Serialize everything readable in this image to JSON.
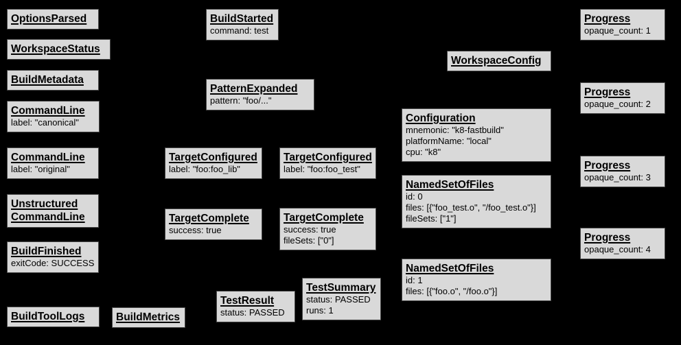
{
  "colors": {
    "background": "#000000",
    "node_fill": "#d9d9d9",
    "node_border": "#4a4a4a",
    "node_text": "#000000"
  },
  "boxes": [
    {
      "title": "OptionsParsed",
      "lines": []
    },
    {
      "title": "WorkspaceStatus",
      "lines": []
    },
    {
      "title": "BuildMetadata",
      "lines": []
    },
    {
      "title": "CommandLine",
      "lines": [
        "label: \"canonical\""
      ]
    },
    {
      "title": "CommandLine",
      "lines": [
        "label: \"original\""
      ]
    },
    {
      "title": "Unstructured\nCommandLine",
      "lines": []
    },
    {
      "title": "BuildFinished",
      "lines": [
        "exitCode: SUCCESS"
      ]
    },
    {
      "title": "BuildToolLogs",
      "lines": []
    },
    {
      "title": "BuildMetrics",
      "lines": []
    },
    {
      "title": "BuildStarted",
      "lines": [
        "command: test"
      ]
    },
    {
      "title": "PatternExpanded",
      "lines": [
        "pattern: \"foo/...\""
      ]
    },
    {
      "title": "TargetConfigured",
      "lines": [
        "label: \"foo:foo_lib\""
      ]
    },
    {
      "title": "TargetConfigured",
      "lines": [
        "label: \"foo:foo_test\""
      ]
    },
    {
      "title": "TargetComplete",
      "lines": [
        "success: true"
      ]
    },
    {
      "title": "TargetComplete",
      "lines": [
        "success: true",
        "fileSets: [\"0\"]"
      ]
    },
    {
      "title": "TestResult",
      "lines": [
        "status: PASSED"
      ]
    },
    {
      "title": "TestSummary",
      "lines": [
        "status: PASSED",
        "runs: 1"
      ]
    },
    {
      "title": "WorkspaceConfig",
      "lines": []
    },
    {
      "title": "Configuration",
      "lines": [
        "mnemonic: \"k8-fastbuild\"",
        "platformName: \"local\"",
        "cpu: \"k8\""
      ]
    },
    {
      "title": "NamedSetOfFiles",
      "lines": [
        "id: 0",
        "files: [{\"foo_test.o\", \"/foo_test.o\"}]",
        "fileSets: [\"1\"]"
      ]
    },
    {
      "title": "NamedSetOfFiles",
      "lines": [
        "id: 1",
        "files: [{\"foo.o\", \"/foo.o\"}]"
      ]
    },
    {
      "title": "Progress",
      "lines": [
        "opaque_count: 1"
      ]
    },
    {
      "title": "Progress",
      "lines": [
        "opaque_count: 2"
      ]
    },
    {
      "title": "Progress",
      "lines": [
        "opaque_count: 3"
      ]
    },
    {
      "title": "Progress",
      "lines": [
        "opaque_count: 4"
      ]
    }
  ]
}
